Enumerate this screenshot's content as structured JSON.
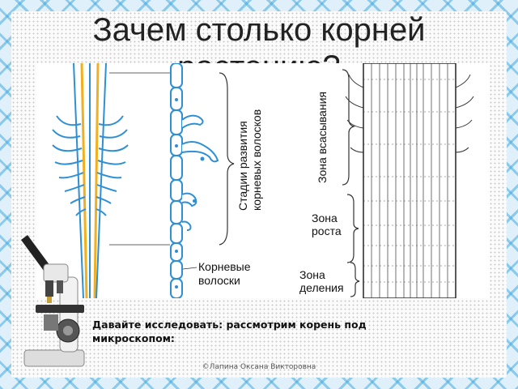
{
  "slide": {
    "title": "Зачем столько корней растению?",
    "caption": "Давайте исследовать: рассмотрим корень под микроскопом:",
    "copyright": "©Лапина Оксана Викторовна"
  },
  "figure_labels": {
    "stages": "Стадии развития корневых волосков",
    "root_hairs": "Корневые волоски",
    "absorption_zone": "Зона всасывания",
    "growth_zone": "Зона роста",
    "division_zone": "Зона деления"
  },
  "colors": {
    "accent_blue": "#2f8fd4",
    "root_yellow": "#f0b020",
    "border": "#46aadc"
  },
  "icons": [
    "microscope-icon"
  ]
}
